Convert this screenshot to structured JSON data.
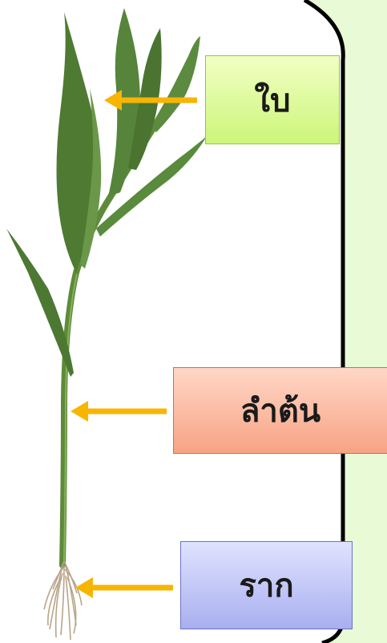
{
  "labels": {
    "leaf": "ใบ",
    "stem": "ลำต้น",
    "root": "ราก"
  },
  "colors": {
    "arrow": "#f7b500",
    "panel": "#e8fad6",
    "frame": "#000000",
    "stem": "#5e8a3a",
    "leaf": "#4f7a32"
  }
}
